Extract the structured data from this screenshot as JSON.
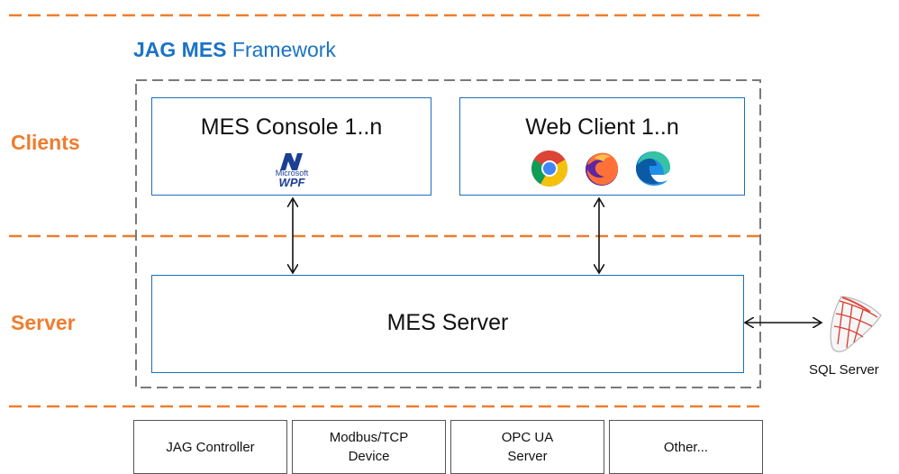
{
  "header": {
    "title_strong": "JAG MES",
    "title_rest": " Framework"
  },
  "sections": {
    "clients_label": "Clients",
    "server_label": "Server"
  },
  "clients": {
    "console": {
      "title": "MES Console 1..n",
      "logo_top": "Microsoft",
      "logo_bottom": "WPF"
    },
    "web": {
      "title": "Web Client 1..n",
      "browsers": [
        "chrome-icon",
        "firefox-icon",
        "edge-icon"
      ]
    }
  },
  "server": {
    "title": "MES Server"
  },
  "database": {
    "label": "SQL Server"
  },
  "devices": [
    {
      "label": "JAG Controller"
    },
    {
      "label": "Modbus/TCP\nDevice"
    },
    {
      "label": "OPC UA\nServer"
    },
    {
      "label": "Other..."
    }
  ],
  "colors": {
    "accent_orange": "#ee7d2e",
    "brand_blue": "#1a73c6",
    "box_border": "#1b6fbd",
    "dashed_gray": "#7a7a7a"
  }
}
